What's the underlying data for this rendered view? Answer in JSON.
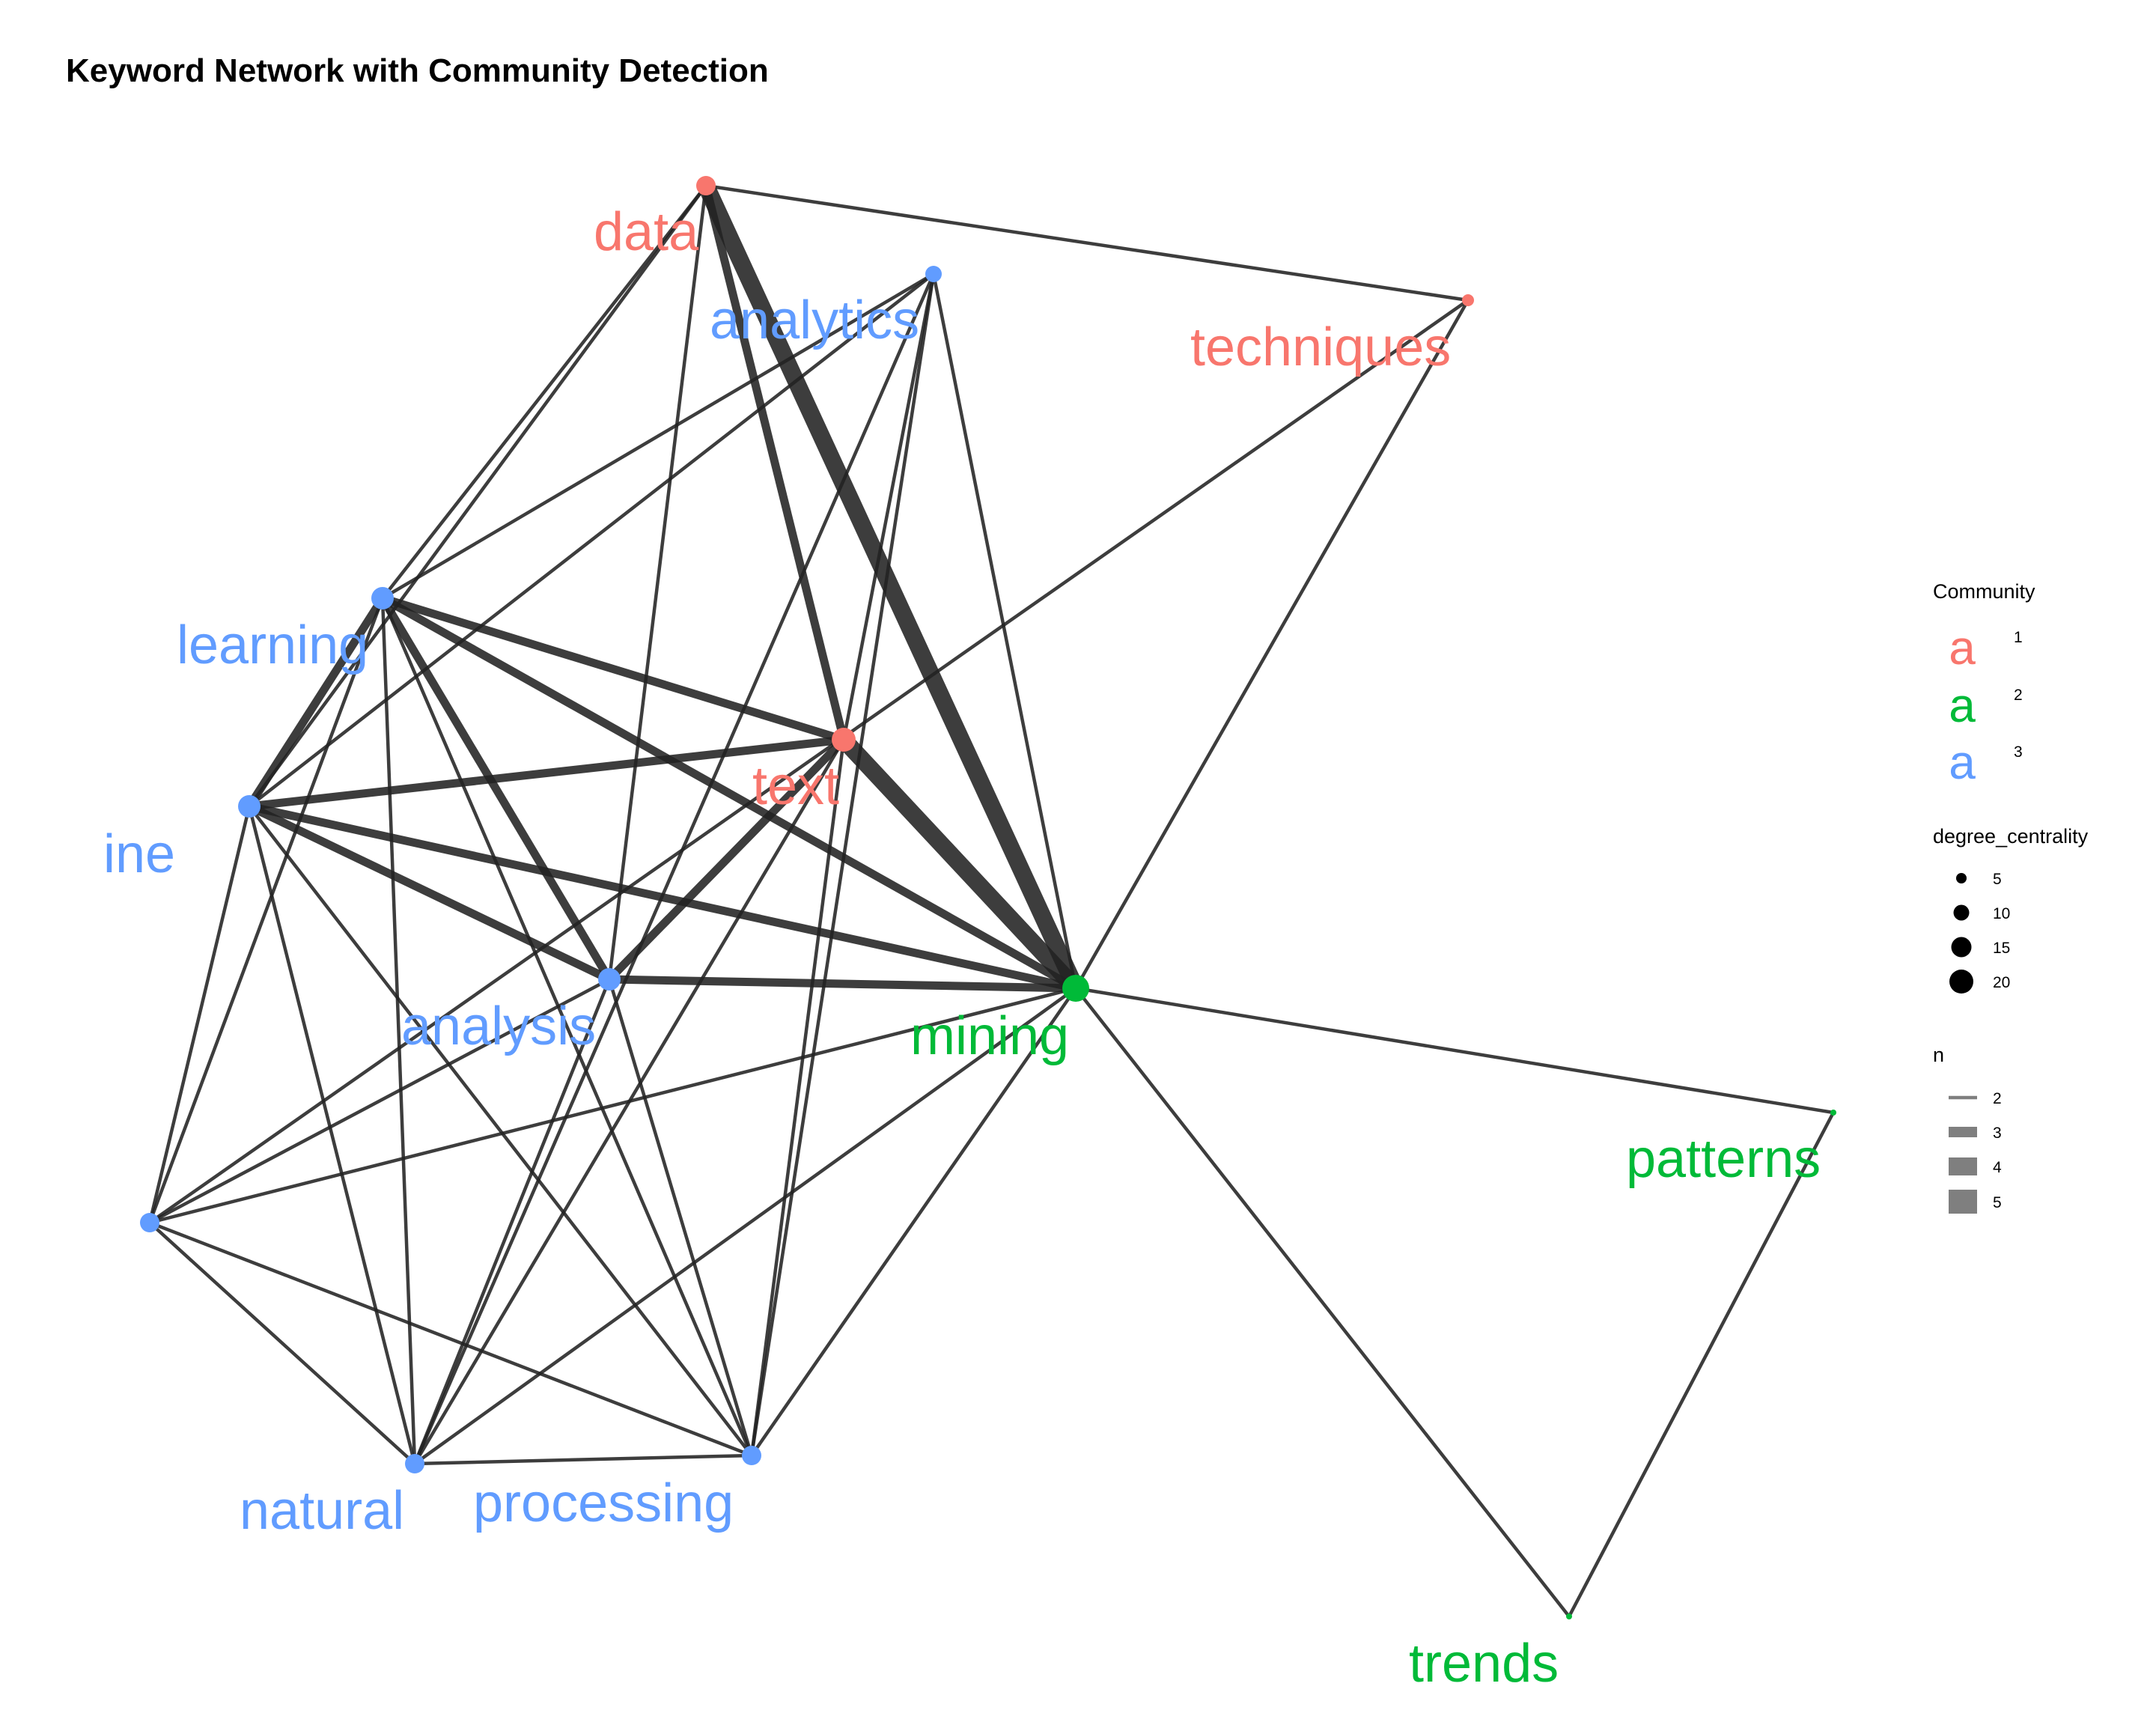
{
  "title": "Keyword Network with Community Detection",
  "communities": [
    {
      "id": "1",
      "color": "#F8766D"
    },
    {
      "id": "2",
      "color": "#00BA38"
    },
    {
      "id": "3",
      "color": "#619CFF"
    }
  ],
  "nodes": [
    {
      "id": "data",
      "label": "data",
      "community": "1"
    },
    {
      "id": "analytics",
      "label": "analytics",
      "community": "3"
    },
    {
      "id": "techniques",
      "label": "techniques",
      "community": "1"
    },
    {
      "id": "learning",
      "label": "learning",
      "community": "3"
    },
    {
      "id": "text",
      "label": "text",
      "community": "1"
    },
    {
      "id": "machine",
      "label": "ine",
      "community": "3"
    },
    {
      "id": "analysis",
      "label": "analysis",
      "community": "3"
    },
    {
      "id": "mining",
      "label": "mining",
      "community": "2"
    },
    {
      "id": "language",
      "label": "",
      "community": "3"
    },
    {
      "id": "natural",
      "label": "natural",
      "community": "3"
    },
    {
      "id": "processing",
      "label": "processing",
      "community": "3"
    },
    {
      "id": "patterns",
      "label": "patterns",
      "community": "2"
    },
    {
      "id": "trends",
      "label": "trends",
      "community": "2"
    }
  ],
  "edges": [
    {
      "from": "data",
      "to": "mining",
      "n": 5
    },
    {
      "from": "data",
      "to": "text",
      "n": 3
    },
    {
      "from": "data",
      "to": "techniques",
      "n": 2
    },
    {
      "from": "data",
      "to": "learning",
      "n": 2
    },
    {
      "from": "data",
      "to": "machine",
      "n": 2
    },
    {
      "from": "data",
      "to": "analysis",
      "n": 2
    },
    {
      "from": "analytics",
      "to": "learning",
      "n": 2
    },
    {
      "from": "analytics",
      "to": "machine",
      "n": 2
    },
    {
      "from": "analytics",
      "to": "text",
      "n": 2
    },
    {
      "from": "analytics",
      "to": "mining",
      "n": 2
    },
    {
      "from": "analytics",
      "to": "processing",
      "n": 2
    },
    {
      "from": "analytics",
      "to": "natural",
      "n": 2
    },
    {
      "from": "techniques",
      "to": "mining",
      "n": 2
    },
    {
      "from": "techniques",
      "to": "language",
      "n": 2
    },
    {
      "from": "learning",
      "to": "machine",
      "n": 3
    },
    {
      "from": "learning",
      "to": "text",
      "n": 3
    },
    {
      "from": "learning",
      "to": "analysis",
      "n": 3
    },
    {
      "from": "learning",
      "to": "mining",
      "n": 3
    },
    {
      "from": "learning",
      "to": "natural",
      "n": 2
    },
    {
      "from": "learning",
      "to": "processing",
      "n": 2
    },
    {
      "from": "learning",
      "to": "language",
      "n": 2
    },
    {
      "from": "machine",
      "to": "text",
      "n": 3
    },
    {
      "from": "machine",
      "to": "analysis",
      "n": 3
    },
    {
      "from": "machine",
      "to": "mining",
      "n": 3
    },
    {
      "from": "machine",
      "to": "language",
      "n": 2
    },
    {
      "from": "machine",
      "to": "natural",
      "n": 2
    },
    {
      "from": "machine",
      "to": "processing",
      "n": 2
    },
    {
      "from": "text",
      "to": "mining",
      "n": 5
    },
    {
      "from": "text",
      "to": "analysis",
      "n": 3
    },
    {
      "from": "text",
      "to": "natural",
      "n": 2
    },
    {
      "from": "text",
      "to": "processing",
      "n": 2
    },
    {
      "from": "analysis",
      "to": "mining",
      "n": 3
    },
    {
      "from": "analysis",
      "to": "language",
      "n": 2
    },
    {
      "from": "analysis",
      "to": "natural",
      "n": 2
    },
    {
      "from": "analysis",
      "to": "processing",
      "n": 2
    },
    {
      "from": "mining",
      "to": "language",
      "n": 2
    },
    {
      "from": "mining",
      "to": "natural",
      "n": 2
    },
    {
      "from": "mining",
      "to": "processing",
      "n": 2
    },
    {
      "from": "mining",
      "to": "patterns",
      "n": 2
    },
    {
      "from": "mining",
      "to": "trends",
      "n": 2
    },
    {
      "from": "patterns",
      "to": "trends",
      "n": 2
    },
    {
      "from": "language",
      "to": "natural",
      "n": 2
    },
    {
      "from": "language",
      "to": "processing",
      "n": 2
    },
    {
      "from": "natural",
      "to": "processing",
      "n": 2
    }
  ],
  "legend": {
    "community_title": "Community",
    "community_key_glyph": "a",
    "community_items": [
      {
        "label": "1",
        "color": "#F8766D"
      },
      {
        "label": "2",
        "color": "#00BA38"
      },
      {
        "label": "3",
        "color": "#619CFF"
      }
    ],
    "degree_title": "degree_centrality",
    "degree_items": [
      "5",
      "10",
      "15",
      "20"
    ],
    "n_title": "n",
    "n_items": [
      "2",
      "3",
      "4",
      "5"
    ]
  }
}
